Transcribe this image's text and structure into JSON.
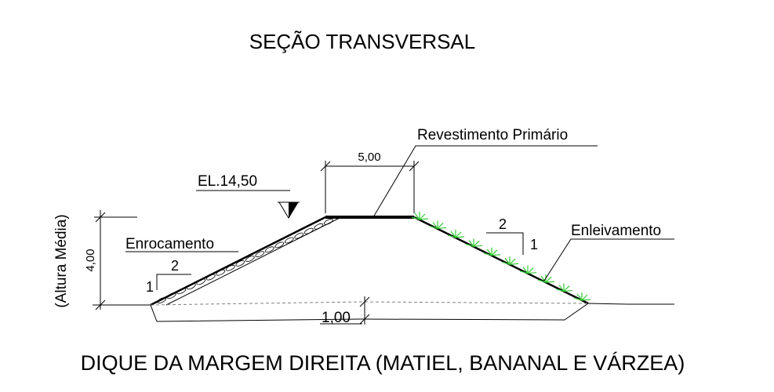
{
  "title": "SEÇÃO TRANSVERSAL",
  "caption": "DIQUE DA MARGEM DIREITA (MATIEL, BANANAL E VÁRZEA)",
  "labels": {
    "crest_width": "5,00",
    "revestimento": "Revestimento Primário",
    "elevation": "EL.14,50",
    "enrocamento": "Enrocamento",
    "enleivamento": "Enleivamento",
    "height": "4,00",
    "height_note": "(Altura Média)",
    "depth": "1,00",
    "left_slope_h": "2",
    "left_slope_v": "1",
    "right_slope_h": "2",
    "right_slope_v": "1"
  },
  "colors": {
    "line": "#000000",
    "grass": "#33cc33",
    "dash": "#808080"
  }
}
